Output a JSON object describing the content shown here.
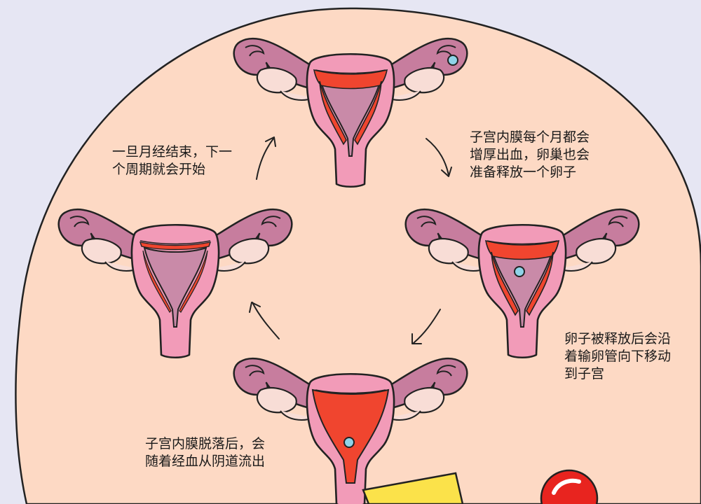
{
  "captions": {
    "top_right": [
      "子宫内膜每个月都会",
      "增厚出血，卵巢也会",
      "准备释放一个卵子"
    ],
    "top_left": [
      "一旦月经结束，下一",
      "个周期就会开始"
    ],
    "right": [
      "卵子被释放后会沿",
      "着输卵管向下移动",
      "到子宫"
    ],
    "bottom": [
      "子宫内膜脱落后，会",
      "随着经血从阴道流出"
    ]
  },
  "colors": {
    "background": "#e6e6f3",
    "circle": "#fdd9c4",
    "uterus_pink": "#f29bb8",
    "tube_mauve": "#c77d9e",
    "lining_red": "#f0452f",
    "cavity_mauve": "#c98aa8",
    "ovary_cream": "#f8ddd6",
    "egg_blue": "#8fd3e8"
  },
  "stages": [
    {
      "id": "stage-1-lining-thickening",
      "lining": "thick",
      "egg": "ovary"
    },
    {
      "id": "stage-2-egg-in-uterus",
      "lining": "thick",
      "egg": "uterus"
    },
    {
      "id": "stage-3-shedding",
      "lining": "shedding",
      "egg": "cervix"
    },
    {
      "id": "stage-4-reset",
      "lining": "thin",
      "egg": "none"
    }
  ]
}
